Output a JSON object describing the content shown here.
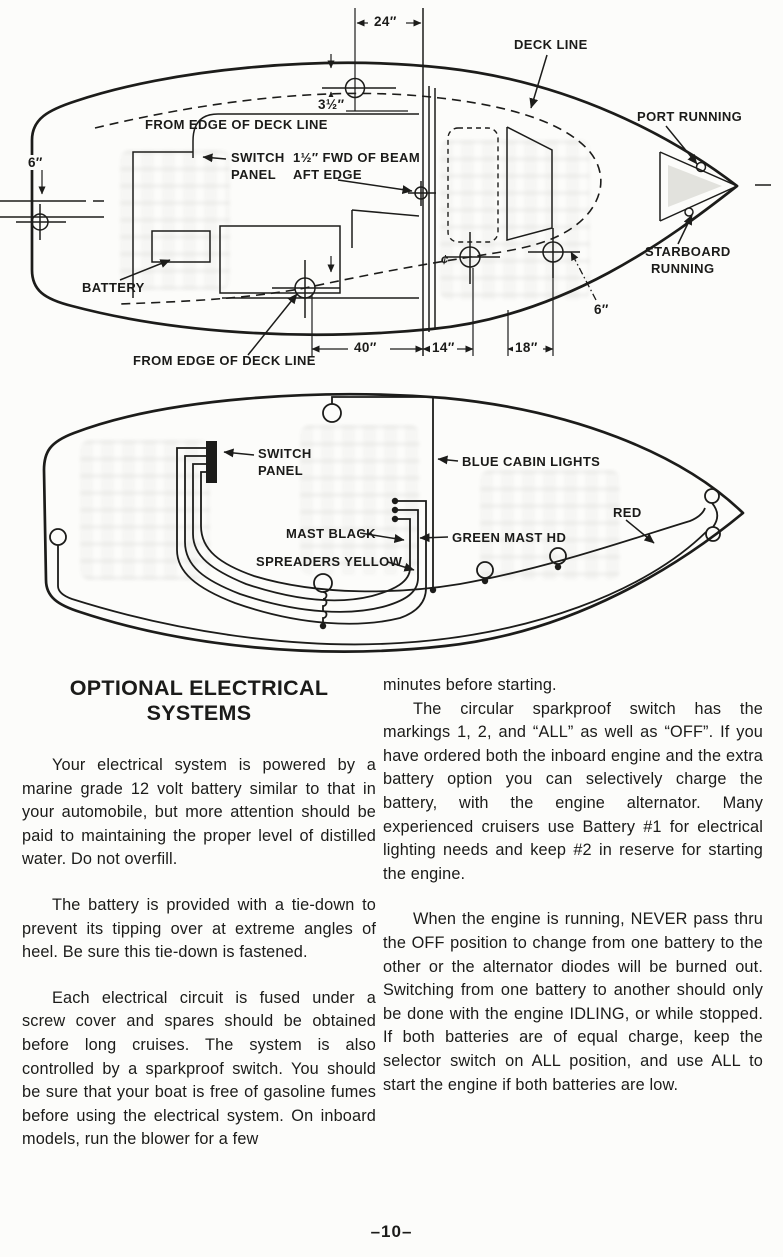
{
  "deck_plan": {
    "dim_24": "24″",
    "deck_line": "DECK LINE",
    "port_running": "PORT RUNNING",
    "dim_3_5": "3½″",
    "from_edge_of_deck_line_top": "FROM EDGE OF DECK LINE",
    "switch_panel_l1": "SWITCH",
    "switch_panel_l2": "PANEL",
    "fwd_of_beam_l1": "1½″ FWD OF BEAM",
    "fwd_of_beam_l2": "AFT EDGE",
    "dim_6_left": "6″",
    "battery": "BATTERY",
    "starboard_l1": "STARBOARD",
    "starboard_l2": "RUNNING",
    "dim_6_right": "6″",
    "dim_40": "40″",
    "dim_14": "14″",
    "dim_18": "18″",
    "from_edge_of_deck_line_bottom": "FROM EDGE OF DECK LINE",
    "centerline_mark": "¢"
  },
  "wiring_plan": {
    "switch_panel_l1": "SWITCH",
    "switch_panel_l2": "PANEL",
    "blue_cabin_lights": "BLUE CABIN LIGHTS",
    "mast_black": "MAST BLACK",
    "green_mast_hd": "GREEN MAST HD",
    "spreaders_yellow": "SPREADERS YELLOW",
    "red": "RED"
  },
  "article": {
    "heading_l1": "OPTIONAL ELECTRICAL",
    "heading_l2": "SYSTEMS",
    "left_col": [
      "Your electrical system is powered by a marine grade 12 volt battery similar to that in your automobile, but more attention should be paid to maintaining the proper level of distilled water.  Do not overfill.",
      "The battery is provided with a tie-down to prevent its tipping over at extreme angles of heel.  Be sure this tie-down is fastened.",
      "Each electrical circuit is fused under a screw cover and spares should be obtained before long cruises.  The system is also controlled by a sparkproof switch.  You should be sure that your boat is free of gasoline fumes before using the electrical system.  On inboard models, run the blower for a few"
    ],
    "right_col": [
      "minutes before starting.",
      "The circular sparkproof switch has the markings 1, 2, and “ALL” as well as “OFF”.  If you have ordered both the  inboard engine and the extra battery option you can selectively charge the battery, with the engine alternator.   Many experienced cruisers use Battery #1 for electrical lighting needs and keep #2 in reserve for starting the engine.",
      "When the engine is running, NEVER pass thru the OFF position to change from one battery to the other or the alternator diodes will be burned out. Switching from one battery to another should only be done with the engine IDLING, or while stopped.   If both batteries are of equal charge, keep the selector switch on ALL position, and use ALL to start the engine if both batteries are low."
    ]
  },
  "footer": {
    "page_number": "–10–"
  }
}
